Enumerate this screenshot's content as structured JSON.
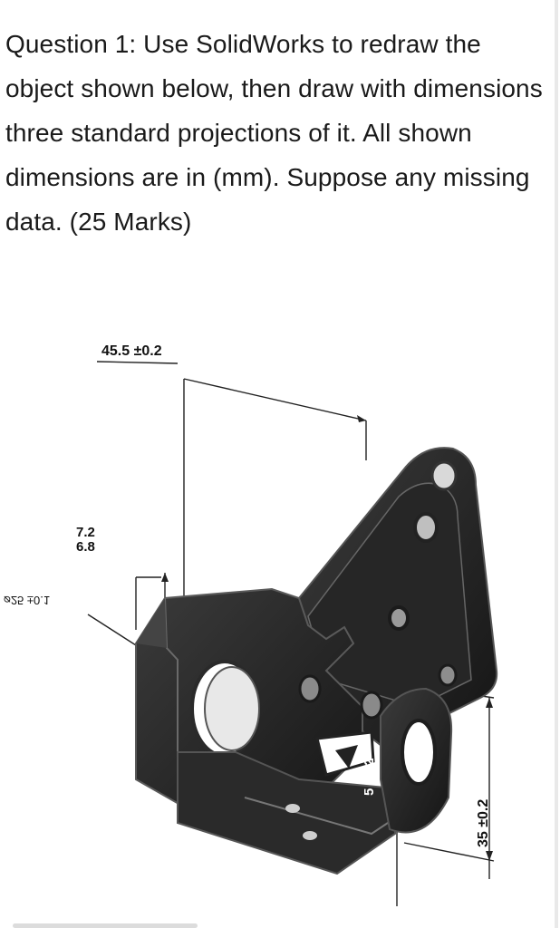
{
  "question": {
    "text": "Question 1: Use SolidWorks to redraw the object shown below, then draw with dimensions three standard projections of it. All shown dimensions are in (mm). Suppose any missing data. (25 Marks)"
  },
  "figure": {
    "dim_top": "45.5 ±0.2",
    "dim_thick_upper": "7.2",
    "dim_thick_lower": "6.8",
    "dim_hole": "⌀25 ±0.1",
    "dim_lug": "5 ±0.2",
    "dim_height": "35 ±0.2"
  },
  "colors": {
    "part_dark": "#1c1c1c",
    "part_edge": "#5a5a5a",
    "part_mid": "#3a3a3a"
  }
}
